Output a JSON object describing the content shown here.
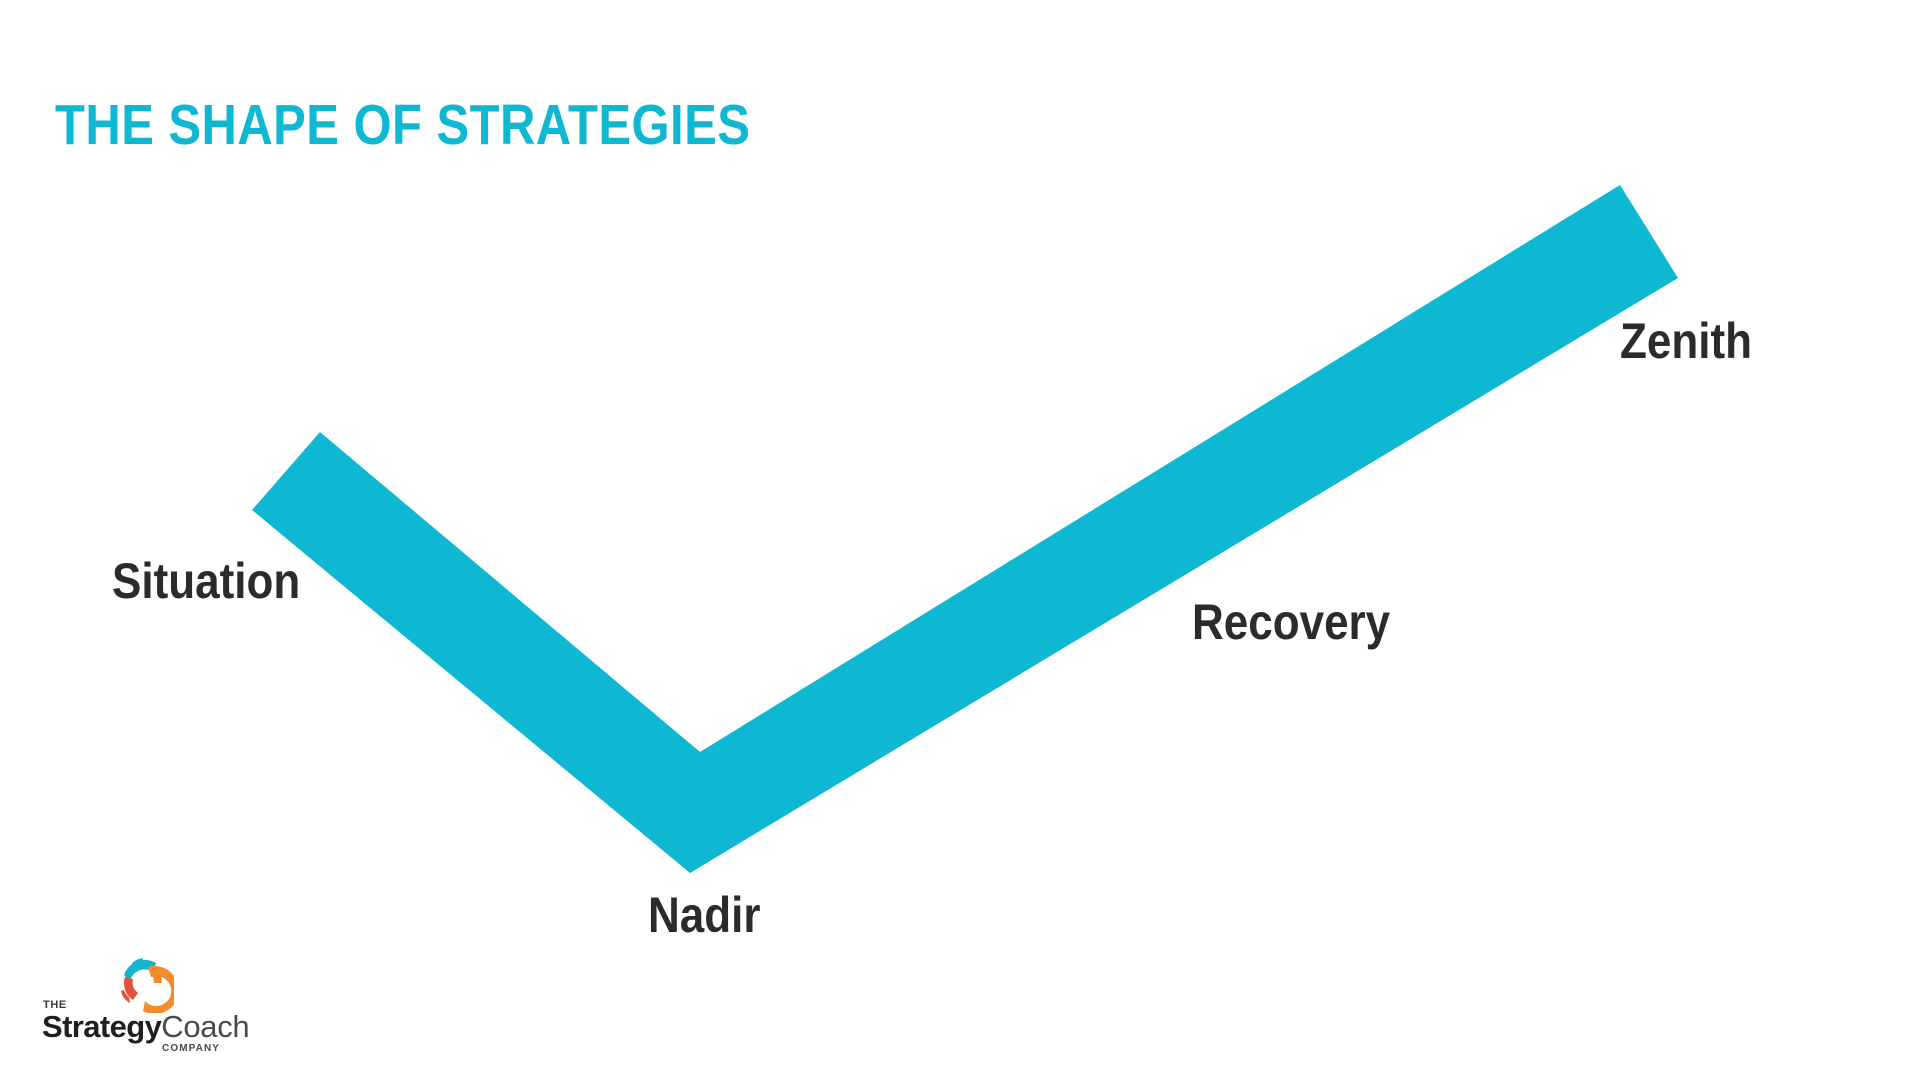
{
  "slide": {
    "title": "THE SHAPE OF STRATEGIES",
    "background_color": "#FFFFFF",
    "accent_color": "#0EB7D2",
    "label_color": "#2B2B2B"
  },
  "chart_data": {
    "type": "line",
    "title": "THE SHAPE OF STRATEGIES",
    "xlabel": "",
    "ylabel": "",
    "grid": false,
    "legend": "none",
    "style": "thick cyan chevron / V-shaped polyline with square-cut ends",
    "stroke_color": "#0EB7D2",
    "stroke_width_px": 104,
    "x": [
      0,
      1,
      2
    ],
    "y": [
      2,
      0,
      4
    ],
    "xlim": [
      0,
      2
    ],
    "ylim": [
      0,
      4
    ],
    "annotations": [
      {
        "label": "Situation",
        "x": 0,
        "y": 2,
        "position": "below-left"
      },
      {
        "label": "Nadir",
        "x": 1,
        "y": 0,
        "position": "below"
      },
      {
        "label": "Recovery",
        "x": 1.6,
        "y": 2.4,
        "position": "below-right"
      },
      {
        "label": "Zenith",
        "x": 2,
        "y": 4,
        "position": "below-right"
      }
    ],
    "points": [
      {
        "label": "Situation",
        "stage": 1
      },
      {
        "label": "Nadir",
        "stage": 2
      },
      {
        "label": "Recovery",
        "stage": 3
      },
      {
        "label": "Zenith",
        "stage": 4
      }
    ],
    "categories": [
      "Situation",
      "Nadir",
      "Recovery",
      "Zenith"
    ],
    "values": [
      2,
      0,
      2.4,
      4
    ]
  },
  "labels": {
    "situation": "Situation",
    "nadir": "Nadir",
    "recovery": "Recovery",
    "zenith": "Zenith"
  },
  "logo": {
    "the": "THE",
    "strategy": "Strategy",
    "coach": "Coach",
    "company": "COMPANY",
    "mark_colors": {
      "cyan": "#15B4CE",
      "orange": "#F28C28",
      "red": "#E0523C"
    }
  }
}
